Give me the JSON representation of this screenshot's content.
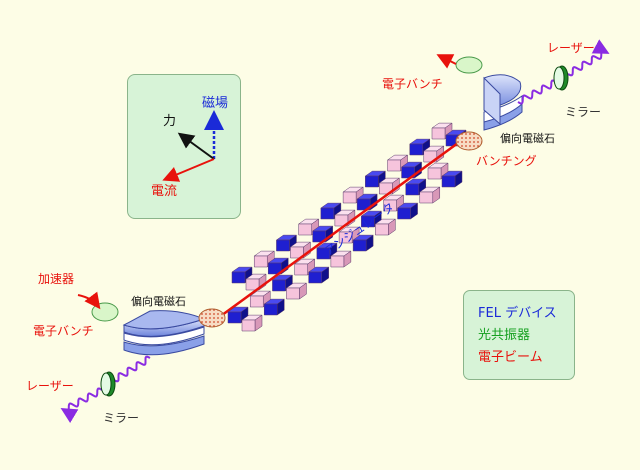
{
  "labels": {
    "magnetic_field": "磁場",
    "force": "力",
    "current": "電流",
    "electron_bunch_top": "電子バンチ",
    "laser_top": "レーザー",
    "mirror_top": "ミラー",
    "bending_magnet_top": "偏向電磁石",
    "bunching": "バンチング",
    "undulator": "アンジュレータ",
    "accelerator": "加速器",
    "bending_magnet_bottom": "偏向電磁石",
    "electron_bunch_bottom": "電子バンチ",
    "laser_bottom": "レーザー",
    "mirror_bottom": "ミラー"
  },
  "legend": {
    "title": "FEL デバイス",
    "resonator": "光共振器",
    "electron_beam": "電子ビーム"
  },
  "colors": {
    "background": "#fdfde6",
    "panel": "#d7f3d7",
    "beam": "#e8120c",
    "laser": "#8a2be2",
    "magnet_pink": "#f6c4dc",
    "magnet_blue": "#1f1fd0",
    "bending_magnet": "#8aa0e8",
    "mirror": "#1f8a2a"
  }
}
